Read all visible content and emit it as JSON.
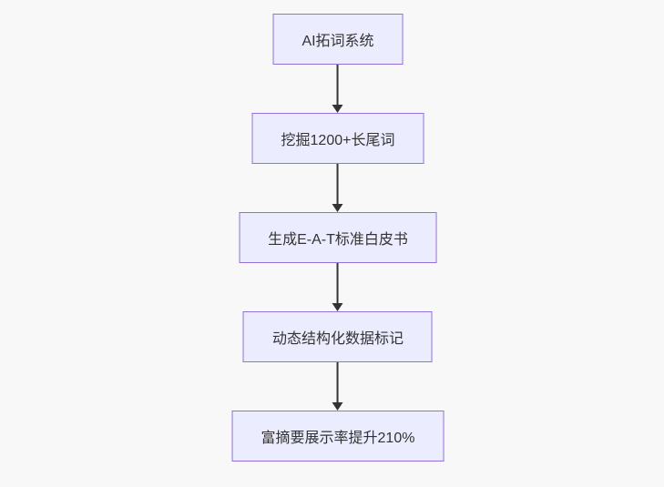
{
  "page": {
    "background_color": "#f8f8f8"
  },
  "chart_data": {
    "type": "flowchart",
    "direction": "top-down",
    "node_fill_color": "#ECECFF",
    "node_border_color": "#9370DB",
    "arrow_color": "#333333",
    "text_color": "#333333",
    "nodes": [
      {
        "id": "n1",
        "label": "AI拓词系统"
      },
      {
        "id": "n2",
        "label": "挖掘1200+长尾词"
      },
      {
        "id": "n3",
        "label": "生成E-A-T标准白皮书"
      },
      {
        "id": "n4",
        "label": "动态结构化数据标记"
      },
      {
        "id": "n5",
        "label": "富摘要展示率提升210%"
      }
    ],
    "edges": [
      {
        "from": "n1",
        "to": "n2"
      },
      {
        "from": "n2",
        "to": "n3"
      },
      {
        "from": "n3",
        "to": "n4"
      },
      {
        "from": "n4",
        "to": "n5"
      }
    ]
  }
}
